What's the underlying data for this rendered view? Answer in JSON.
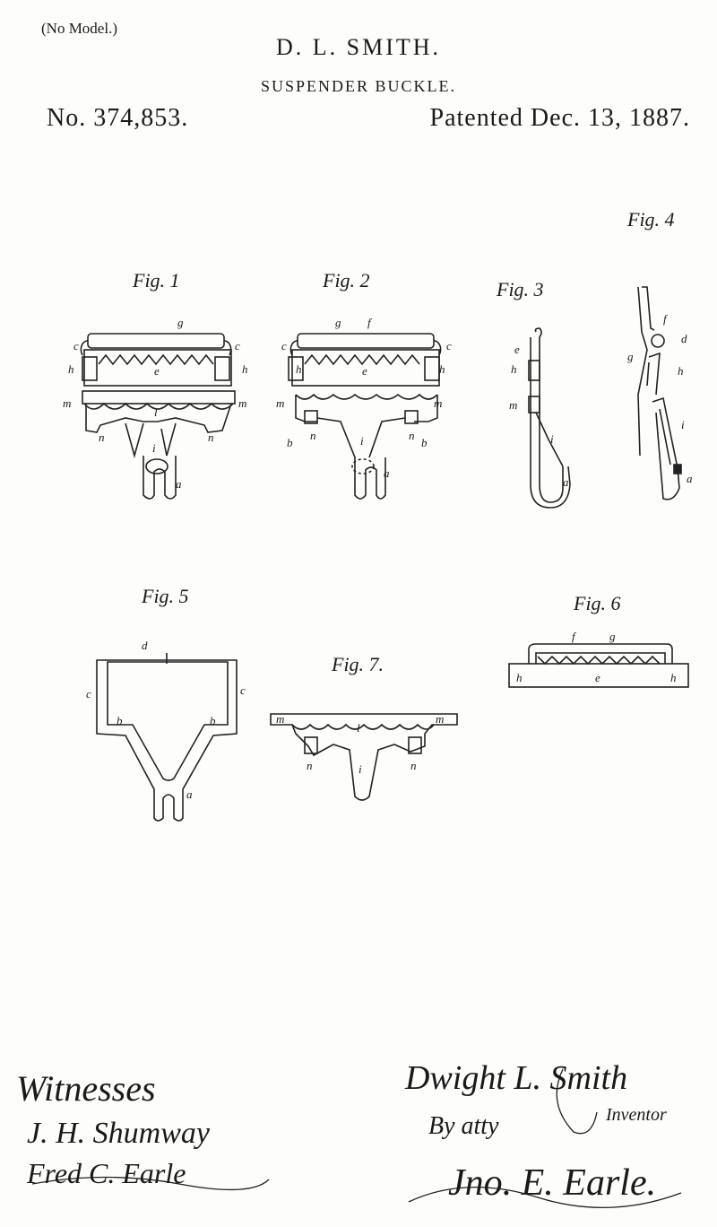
{
  "header": {
    "model_note": "(No Model.)",
    "inventor": "D. L. SMITH.",
    "subject": "SUSPENDER BUCKLE.",
    "patent_number": "No. 374,853.",
    "patent_date": "Patented Dec. 13, 1887."
  },
  "figures": {
    "fig1": "Fig. 1",
    "fig2": "Fig. 2",
    "fig3": "Fig. 3",
    "fig4": "Fig. 4",
    "fig5": "Fig. 5",
    "fig6": "Fig. 6",
    "fig7": "Fig. 7."
  },
  "letters": {
    "a": "a",
    "b": "b",
    "c": "c",
    "d": "d",
    "e": "e",
    "f": "f",
    "g": "g",
    "h": "h",
    "i": "i",
    "l": "l",
    "m": "m",
    "n": "n"
  },
  "signatures": {
    "witnesses_label": "Witnesses",
    "witness_1": "J. H. Shumway",
    "witness_2": "Fred C. Earle",
    "inventor_signature": "Dwight L. Smith",
    "inventor_label": "Inventor",
    "by_atty": "By atty",
    "attorney_signature": "Jno. E. Earle."
  }
}
